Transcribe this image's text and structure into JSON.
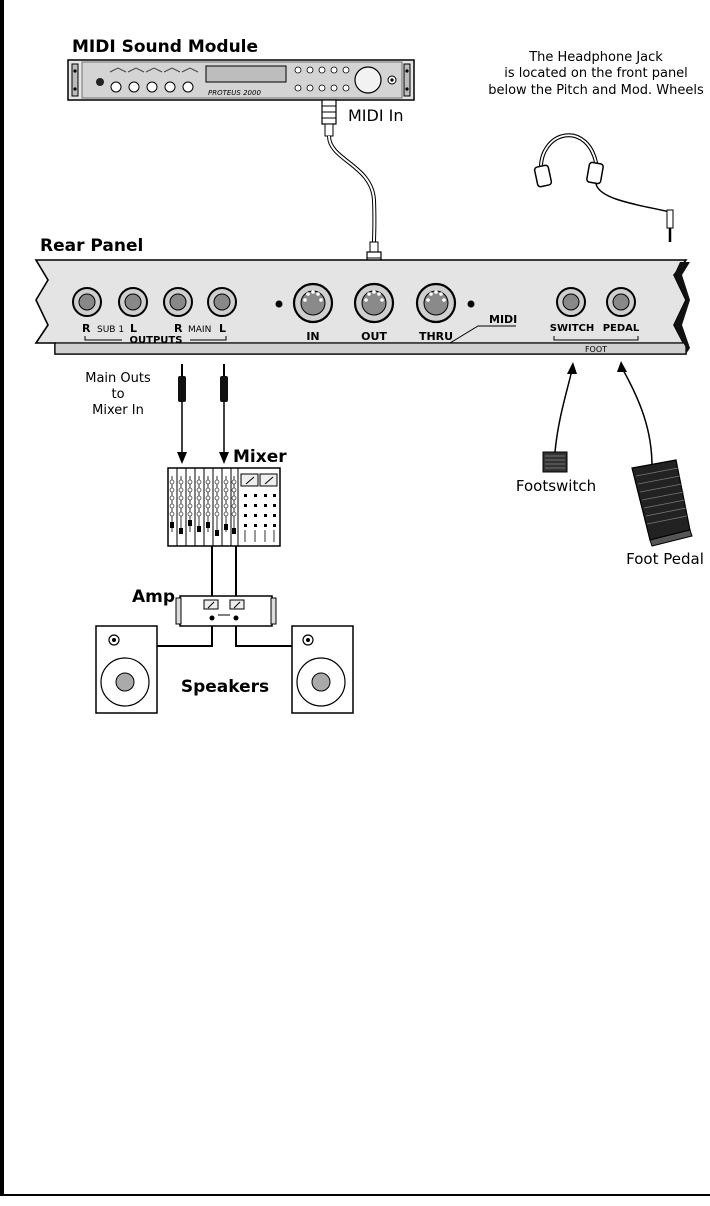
{
  "labels": {
    "midi_sound_module": "MIDI Sound Module",
    "module_brand": "PROTEUS 2000",
    "midi_in": "MIDI In",
    "headphone_note": [
      "The Headphone Jack",
      "is located on the front panel",
      "below the Pitch and Mod. Wheels"
    ],
    "rear_panel": "Rear Panel",
    "outputs": {
      "r1": "R",
      "sub1": "SUB 1",
      "l1": "L",
      "r2": "R",
      "main": "MAIN",
      "l2": "L",
      "group": "OUTPUTS"
    },
    "midi_ports": {
      "in": "IN",
      "out": "OUT",
      "thru": "THRU",
      "group": "MIDI"
    },
    "foot_ports": {
      "switch": "SWITCH",
      "pedal": "PEDAL",
      "group": "FOOT"
    },
    "main_outs_note": [
      "Main Outs",
      "to",
      "Mixer In"
    ],
    "mixer": "Mixer",
    "amp": "Amp",
    "speakers": "Speakers",
    "footswitch": "Footswitch",
    "foot_pedal": "Foot Pedal"
  }
}
